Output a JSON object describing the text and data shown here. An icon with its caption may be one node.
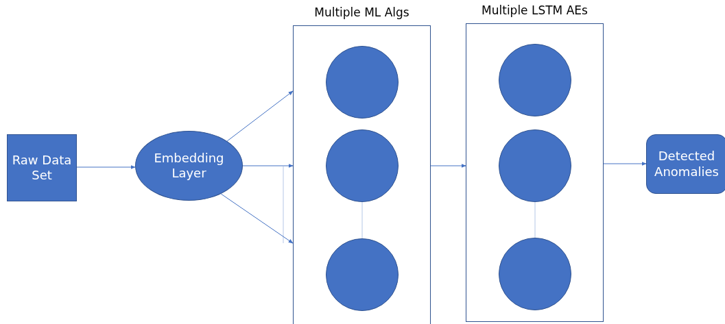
{
  "diagram": {
    "nodes": [
      {
        "text": [
          "Raw Data Set"
        ]
      },
      {
        "text": [
          "Embedding Layer"
        ]
      },
      {
        "text": [
          "Multiple ML Algs"
        ]
      },
      {
        "text": [],
        "shape": "circle",
        "in": 2
      },
      {
        "text": [],
        "shape": "circle",
        "in": 2
      },
      {
        "text": [],
        "shape": "circle",
        "in": 2
      },
      {
        "text": [
          "Multiple LSTM AEs"
        ]
      },
      {
        "text": [],
        "shape": "circle",
        "in": 6
      },
      {
        "text": [],
        "shape": "circle",
        "in": 6
      },
      {
        "text": [],
        "shape": "circle",
        "in": 6
      },
      {
        "text": [
          "Detected Anomalies"
        ]
      }
    ],
    "edges": [
      {
        "from": 0,
        "to": 1,
        "arrow": "to"
      },
      {
        "from": 1,
        "to": 2,
        "arrow": "to"
      },
      {
        "from": 1,
        "to": 2,
        "arrow": "to"
      },
      {
        "from": 1,
        "to": 2,
        "arrow": "to"
      },
      {
        "from": 4,
        "to": 5,
        "arrow": "none",
        "color": "#b4c7e7"
      },
      {
        "from": 2,
        "to": 6,
        "arrow": "to"
      },
      {
        "from": 8,
        "to": 9,
        "arrow": "none",
        "color": "#b4c7e7"
      },
      {
        "from": 6,
        "to": 10,
        "arrow": "to"
      }
    ]
  }
}
